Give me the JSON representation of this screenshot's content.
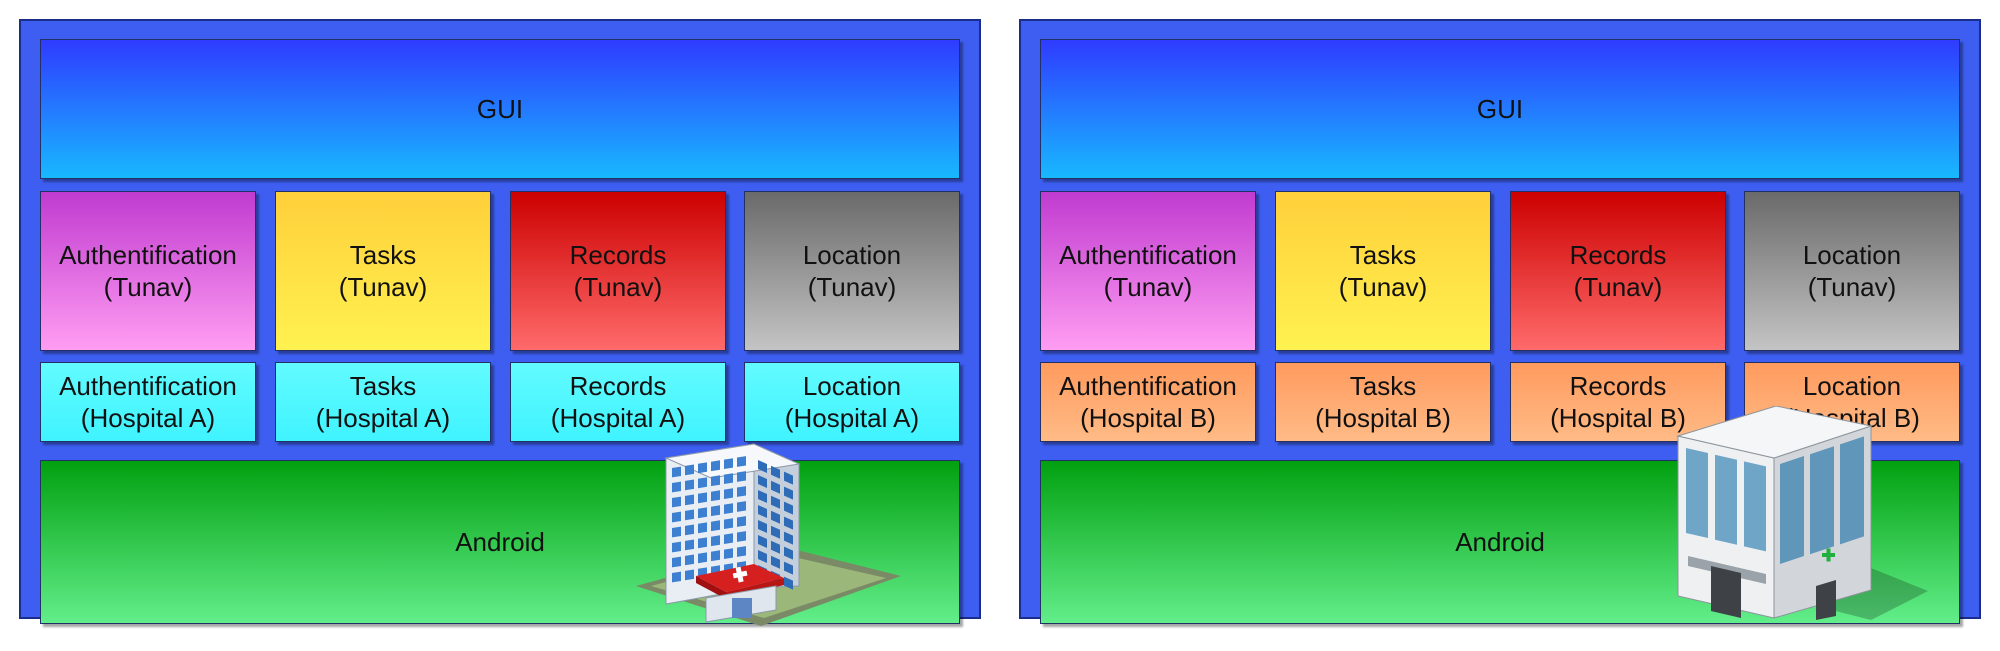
{
  "panels": [
    {
      "gui_label": "GUI",
      "tunav_modules": [
        {
          "name": "Authentification",
          "owner": "(Tunav)"
        },
        {
          "name": "Tasks",
          "owner": "(Tunav)"
        },
        {
          "name": "Records",
          "owner": "(Tunav)"
        },
        {
          "name": "Location",
          "owner": "(Tunav)"
        }
      ],
      "hospital_modules": [
        {
          "name": "Authentification",
          "owner": "(Hospital A)"
        },
        {
          "name": "Tasks",
          "owner": "(Hospital A)"
        },
        {
          "name": "Records",
          "owner": "(Hospital A)"
        },
        {
          "name": "Location",
          "owner": "(Hospital A)"
        }
      ],
      "android_label": "Android",
      "building_icon": "hospital-building-icon"
    },
    {
      "gui_label": "GUI",
      "tunav_modules": [
        {
          "name": "Authentification",
          "owner": "(Tunav)"
        },
        {
          "name": "Tasks",
          "owner": "(Tunav)"
        },
        {
          "name": "Records",
          "owner": "(Tunav)"
        },
        {
          "name": "Location",
          "owner": "(Tunav)"
        }
      ],
      "hospital_modules": [
        {
          "name": "Authentification",
          "owner": "(Hospital B)"
        },
        {
          "name": "Tasks",
          "owner": "(Hospital B)"
        },
        {
          "name": "Records",
          "owner": "(Hospital B)"
        },
        {
          "name": "Location",
          "owner": "(Hospital B)"
        }
      ],
      "android_label": "Android",
      "building_icon": "office-building-icon"
    }
  ],
  "colors": {
    "panel_bg": "#3d5ef0",
    "gui": "#2f3bff",
    "tunav_auth": "#c03bd0",
    "tunav_tasks": "#ffcf3a",
    "tunav_records": "#cc0000",
    "tunav_location": "#6a6a6a",
    "hospital_a": "#62fbff",
    "hospital_b": "#ff9a5e",
    "android": "#02a010"
  }
}
